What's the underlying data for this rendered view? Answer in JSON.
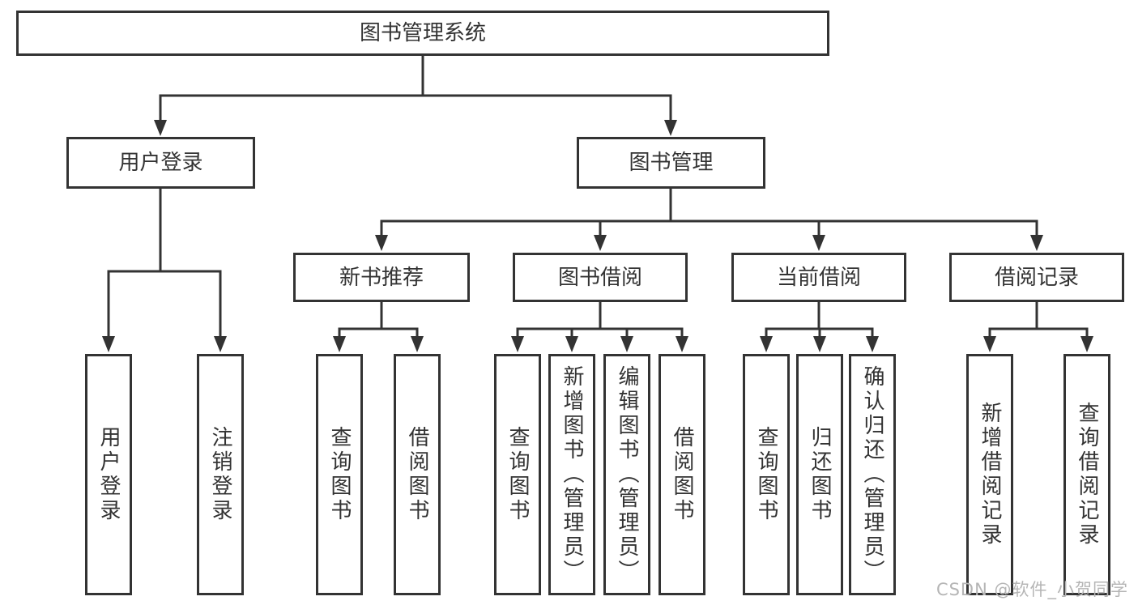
{
  "diagram": {
    "root": {
      "label": "图书管理系统"
    },
    "branches": [
      {
        "label": "用户登录",
        "children": [
          {
            "label": "用户登录"
          },
          {
            "label": "注销登录"
          }
        ]
      },
      {
        "label": "图书管理",
        "children": [
          {
            "label": "新书推荐",
            "children": [
              {
                "label": "查询图书"
              },
              {
                "label": "借阅图书"
              }
            ]
          },
          {
            "label": "图书借阅",
            "children": [
              {
                "label": "查询图书"
              },
              {
                "label": "新增图书（管理员）"
              },
              {
                "label": "编辑图书（管理员）"
              },
              {
                "label": "借阅图书"
              }
            ]
          },
          {
            "label": "当前借阅",
            "children": [
              {
                "label": "查询图书"
              },
              {
                "label": "归还图书"
              },
              {
                "label": "确认归还（管理员）"
              }
            ]
          },
          {
            "label": "借阅记录",
            "children": [
              {
                "label": "新增借阅记录"
              },
              {
                "label": "查询借阅记录"
              }
            ]
          }
        ]
      }
    ]
  },
  "watermark": {
    "text": "CSDN @软件_小贺同学"
  },
  "colors": {
    "line": "#333333",
    "node_border": "#333333",
    "node_text": "#333333",
    "background": "#ffffff",
    "watermark": "#b5b5b5"
  }
}
